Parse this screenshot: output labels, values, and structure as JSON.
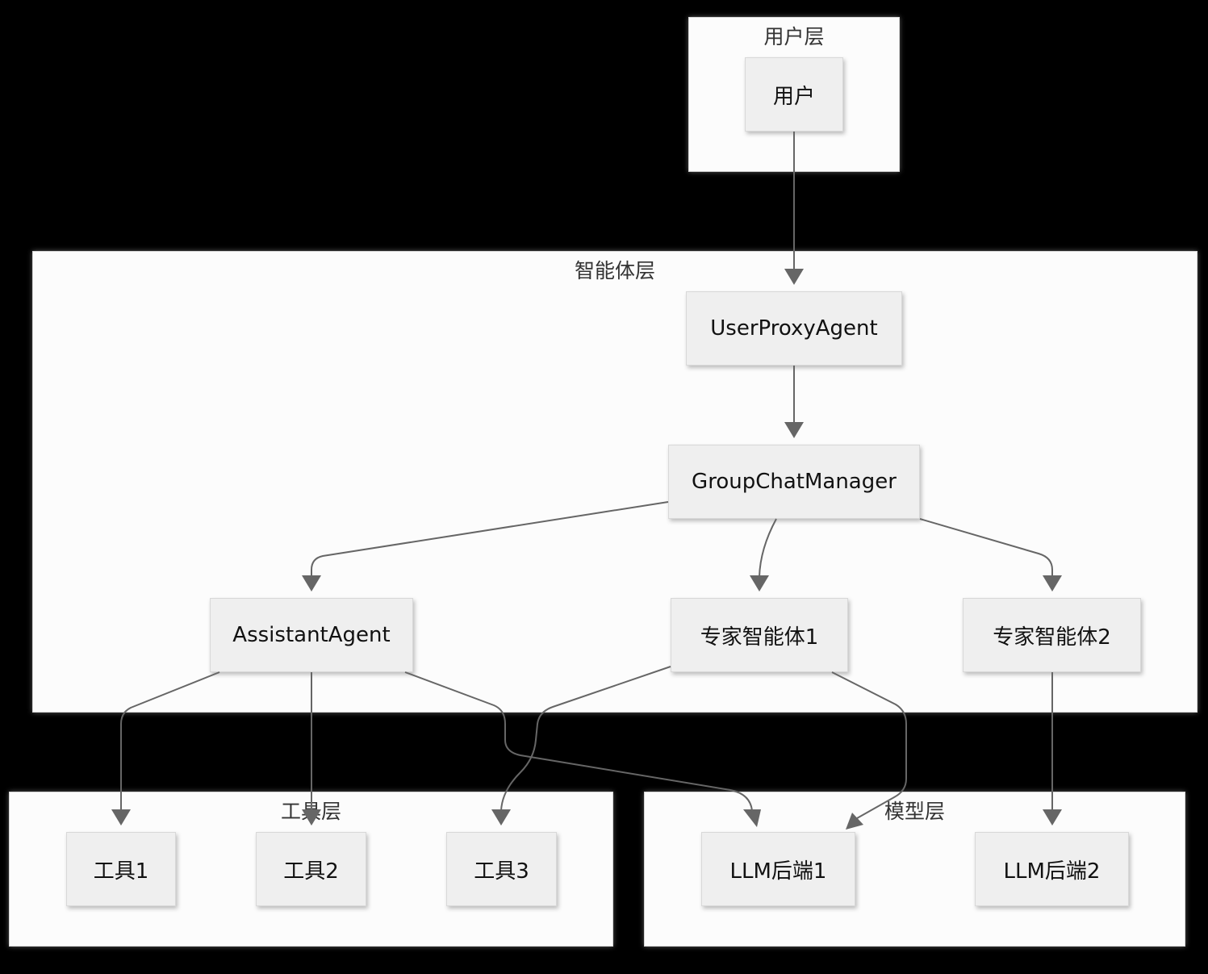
{
  "groups": {
    "user_layer": "用户层",
    "agent_layer": "智能体层",
    "tool_layer": "工具层",
    "model_layer": "模型层"
  },
  "nodes": {
    "user": "用户",
    "user_proxy_agent": "UserProxyAgent",
    "group_chat_manager": "GroupChatManager",
    "assistant_agent": "AssistantAgent",
    "expert_agent_1": "专家智能体1",
    "expert_agent_2": "专家智能体2",
    "tool_1": "工具1",
    "tool_2": "工具2",
    "tool_3": "工具3",
    "llm_backend_1": "LLM后端1",
    "llm_backend_2": "LLM后端2"
  },
  "edges": [
    [
      "user",
      "user_proxy_agent"
    ],
    [
      "user_proxy_agent",
      "group_chat_manager"
    ],
    [
      "group_chat_manager",
      "assistant_agent"
    ],
    [
      "group_chat_manager",
      "expert_agent_1"
    ],
    [
      "group_chat_manager",
      "expert_agent_2"
    ],
    [
      "assistant_agent",
      "tool_1"
    ],
    [
      "assistant_agent",
      "tool_2"
    ],
    [
      "assistant_agent",
      "llm_backend_1"
    ],
    [
      "expert_agent_1",
      "tool_3"
    ],
    [
      "expert_agent_1",
      "llm_backend_1"
    ],
    [
      "expert_agent_2",
      "llm_backend_2"
    ]
  ]
}
